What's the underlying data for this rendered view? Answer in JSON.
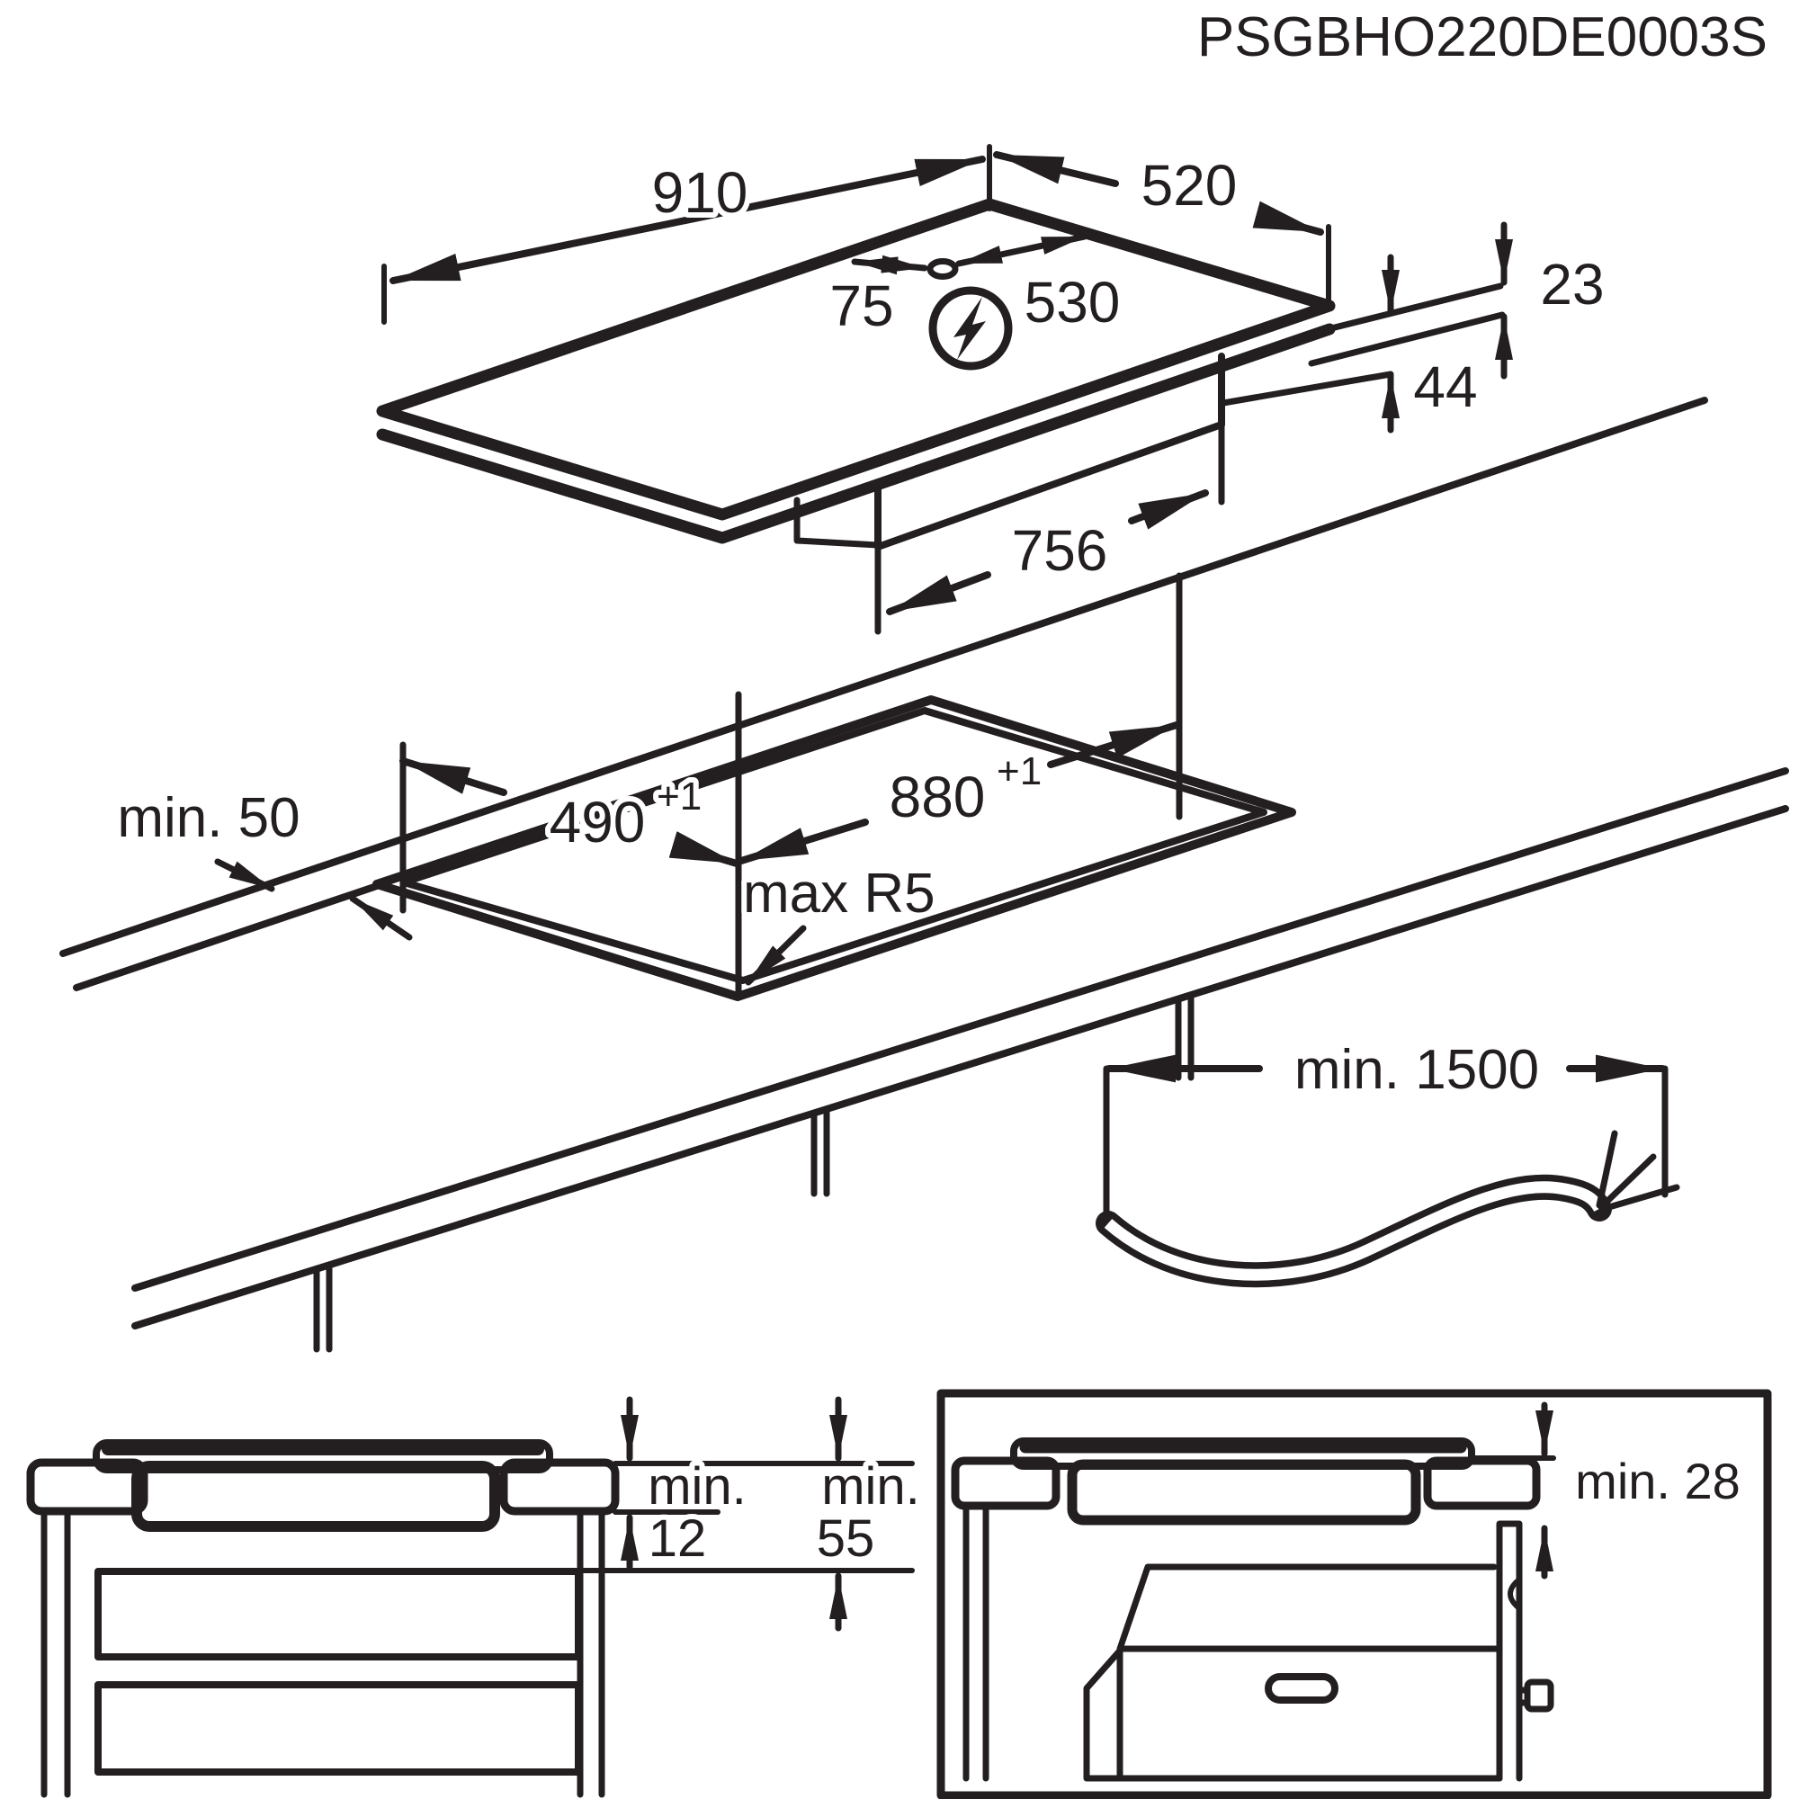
{
  "drawing": {
    "product_code": "PSGBHO220DE0003S",
    "colors": {
      "line": "#231f20",
      "background": "#ffffff"
    },
    "iso_view": {
      "width_mm": "910",
      "depth_mm": "520",
      "cable_offset_left": "75",
      "cable_offset_right": "530",
      "glass_above_worktop": "23",
      "body_below_worktop": "44",
      "body_width": "756"
    },
    "cutout_view": {
      "edge_clearance": "min. 50",
      "cutout_depth": "490",
      "cutout_width": "880",
      "tolerance": "+1",
      "corner_radius": "max R5"
    },
    "cable_view": {
      "cable_length": "min. 1500"
    },
    "clearance_left_view": {
      "min_label_1": "min.",
      "worktop_thickness": "12",
      "min_label_2": "min.",
      "drawer_clearance": "55"
    },
    "clearance_right_view": {
      "oven_clearance": "min. 28"
    }
  }
}
